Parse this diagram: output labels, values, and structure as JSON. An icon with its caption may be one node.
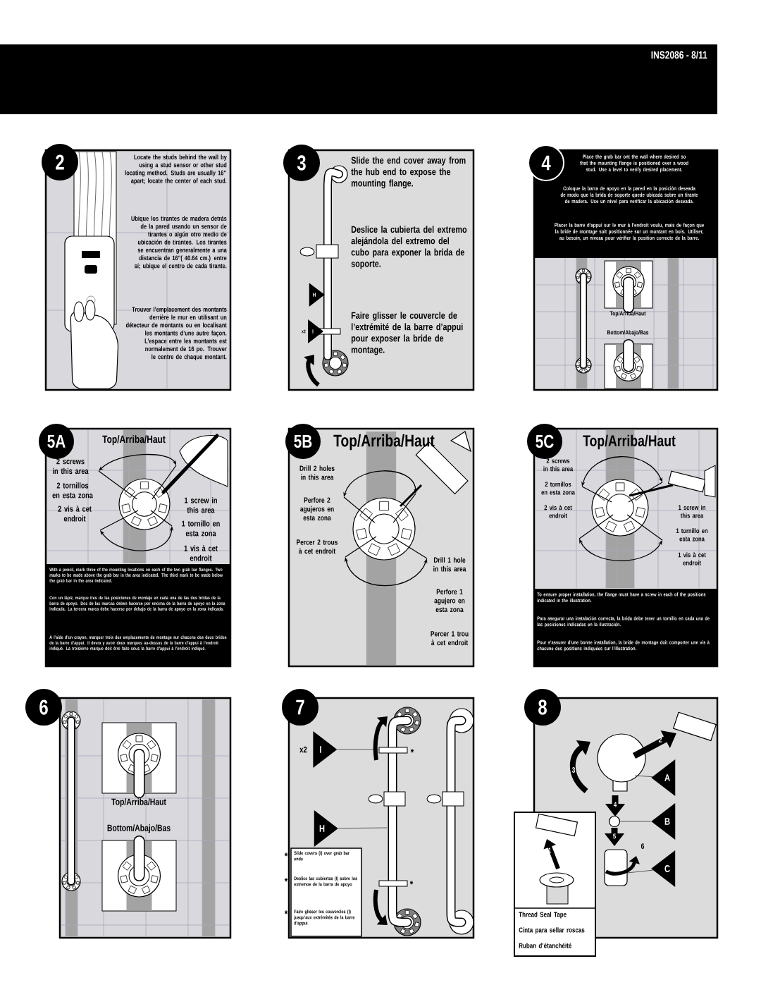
{
  "diagram": {
    "nodes": [
      {
        "text": [
          "2",
          "Locate the studs behind the wall by using a stud sensor or other stud locating method. Studs are usually 16\" apart; locate the center of each stud.",
          "Ubique los tirantes de madera detrás de la pared usando un sensor de tirantes o algún otro medio de ubicación de tirantes. Los tirantes se encuentran generalmente a una distancia de 16”( 40.64 cm.) entre sí; ubique el centro de cada tirante.",
          "Trouver l’emplacement des montants derrière le mur en utilisant un détecteur de montants ou en localisant les montants d’une autre façon. L’espace entre les montants est normalement de 16 po. Trouver le centre de chaque montant."
        ]
      },
      {
        "text": [
          "3",
          "Slide the end cover away from the hub end to expose the mounting flange.",
          "Deslice la cubierta del extremo alejándola del extremo del cubo para exponer la brida de soporte.",
          "Faire glisser le couvercle de l’extrémité de la barre d’appui pour exposer la bride de montage."
        ]
      },
      {
        "text": [
          "H"
        ],
        "in": 1
      },
      {
        "text": [
          "I"
        ],
        "in": 1,
        "beside": [
          "x2"
        ]
      },
      {
        "text": [
          "4",
          "Place the grab bar ont the wall where desired so that the mounting flange is positioned over a wood stud. Use a level to verify desired placement.",
          "Coloque la barra de apoyo en la pared en la posición deseada de modo que la brida de soporte quede ubicada sobre un tirante de madera. Use un nivel para verificar la ubicación deseada.",
          "Placer la barre d’appui sur le mur à l’endroit voulu, mais de façon que la bride de montage soit positionnée sur un montant en bois. Utiliser, au besoin, un niveau pour vérifier la position correcte de la barre."
        ]
      },
      {
        "text": [
          "5A",
          "With a pencil, mark three of the mounting locations on each of the two grab bar flanges. Two marks to be made above the grab bar in the area indicated. The third mark to be made below the grab bar in the area indicated.",
          "Con un lápiz, marque tres de las posiciones de montaje en cada una de las dos bridas de la barra de apoyo. Dos de las marcas deben hacerse por encima de la barra de apoyo en la zona indicada. La tercera marca debe hacerse por debajo de la barra de apoyo en la zona indicada.",
          "À l’aide d’un crayon, marquer trois des emplacements de montage sur chacune des deux brides de la barre d’appui. Il devra y avoir deux marques au-dessus de la barre d’appui à l’endroit indiqué. La troisième marque doit être faite sous la barre d’appui à l’endroit indiqué."
        ]
      },
      {
        "text": [
          "5B"
        ]
      },
      {
        "text": [
          "5C",
          "To ensure proper installation, the flange must have a screw in each of the positions indicated in the illustration.",
          "Para asegurar una instalación correcta, la brida debe tener un tornillo en cada una de las posiciones indicadas en la ilustración.",
          "Pour s’assurer d’une bonne installation, la bride de montage doit comporter une vis à chacune des positions indiquées sur l’illustration."
        ]
      },
      {
        "text": [
          "6"
        ]
      },
      {
        "text": [
          "7"
        ]
      },
      {
        "text": [
          "I"
        ],
        "in": 9,
        "beside": [
          "x2"
        ]
      },
      {
        "text": [
          "H"
        ],
        "in": 9
      },
      {
        "text": [
          "Slide covers (I) over grab bar ends",
          "Deslice las cubiertas (I) sobre los extremos de la barra de apoyo",
          "Faire glisser les couvercles (I) jusqu’aux extrémités de la barre d’appui"
        ],
        "in": 9,
        "beside": [
          "*",
          "*",
          "*"
        ]
      },
      {
        "text": [
          "8"
        ]
      },
      {
        "text": [
          "A"
        ],
        "in": 13
      },
      {
        "text": [
          "B"
        ],
        "in": 13
      },
      {
        "text": [
          "C"
        ],
        "in": 13
      },
      {
        "text": [
          "Thread Seal Tape",
          "Cinta para sellar roscas",
          "Ruban d'étanchéité"
        ]
      },
      {
        "text": [],
        "shape": "circle",
        "in": 13
      }
    ],
    "edges": [
      {
        "from": 10,
        "to": null,
        "arrow": "none"
      },
      {
        "from": 11,
        "to": null,
        "arrow": "none"
      },
      {
        "from": 14,
        "to": null,
        "arrow": "none"
      },
      {
        "from": 15,
        "to": 18,
        "arrow": "none"
      },
      {
        "from": 16,
        "to": null,
        "arrow": "none"
      }
    ],
    "labels": [
      "INS2086 - 8/11",
      "Top/Arriba/Haut",
      "Bottom/Abajo/Bas",
      "Top/Arriba/Haut",
      "2 screws in this area",
      "2 tornillos en esta zona",
      "2 vis à cet endroit",
      "1 screw in this area",
      "1 tornillo en esta zona",
      "1 vis à cet endroit",
      "Top/Arriba/Haut",
      "Drill 2 holes in this area",
      "Perfore 2 agujeros en esta zona",
      "Percer 2 trous à cet endroit",
      "Drill 1 hole in this area",
      "Perfore 1 agujero en esta zona",
      "Percer 1 trou à cet endroit",
      "Top/Arriba/Haut",
      "2 screws in this area",
      "2 tornillos en esta zona",
      "2 vis à cet endroit",
      "1 screw in this area",
      "1 tornillo en esta zona",
      "1 vis à cet endroit",
      "Top/Arriba/Haut",
      "Bottom/Abajo/Bas",
      "*",
      "*",
      "2",
      "3",
      "4",
      "5",
      "6",
      "1"
    ]
  }
}
